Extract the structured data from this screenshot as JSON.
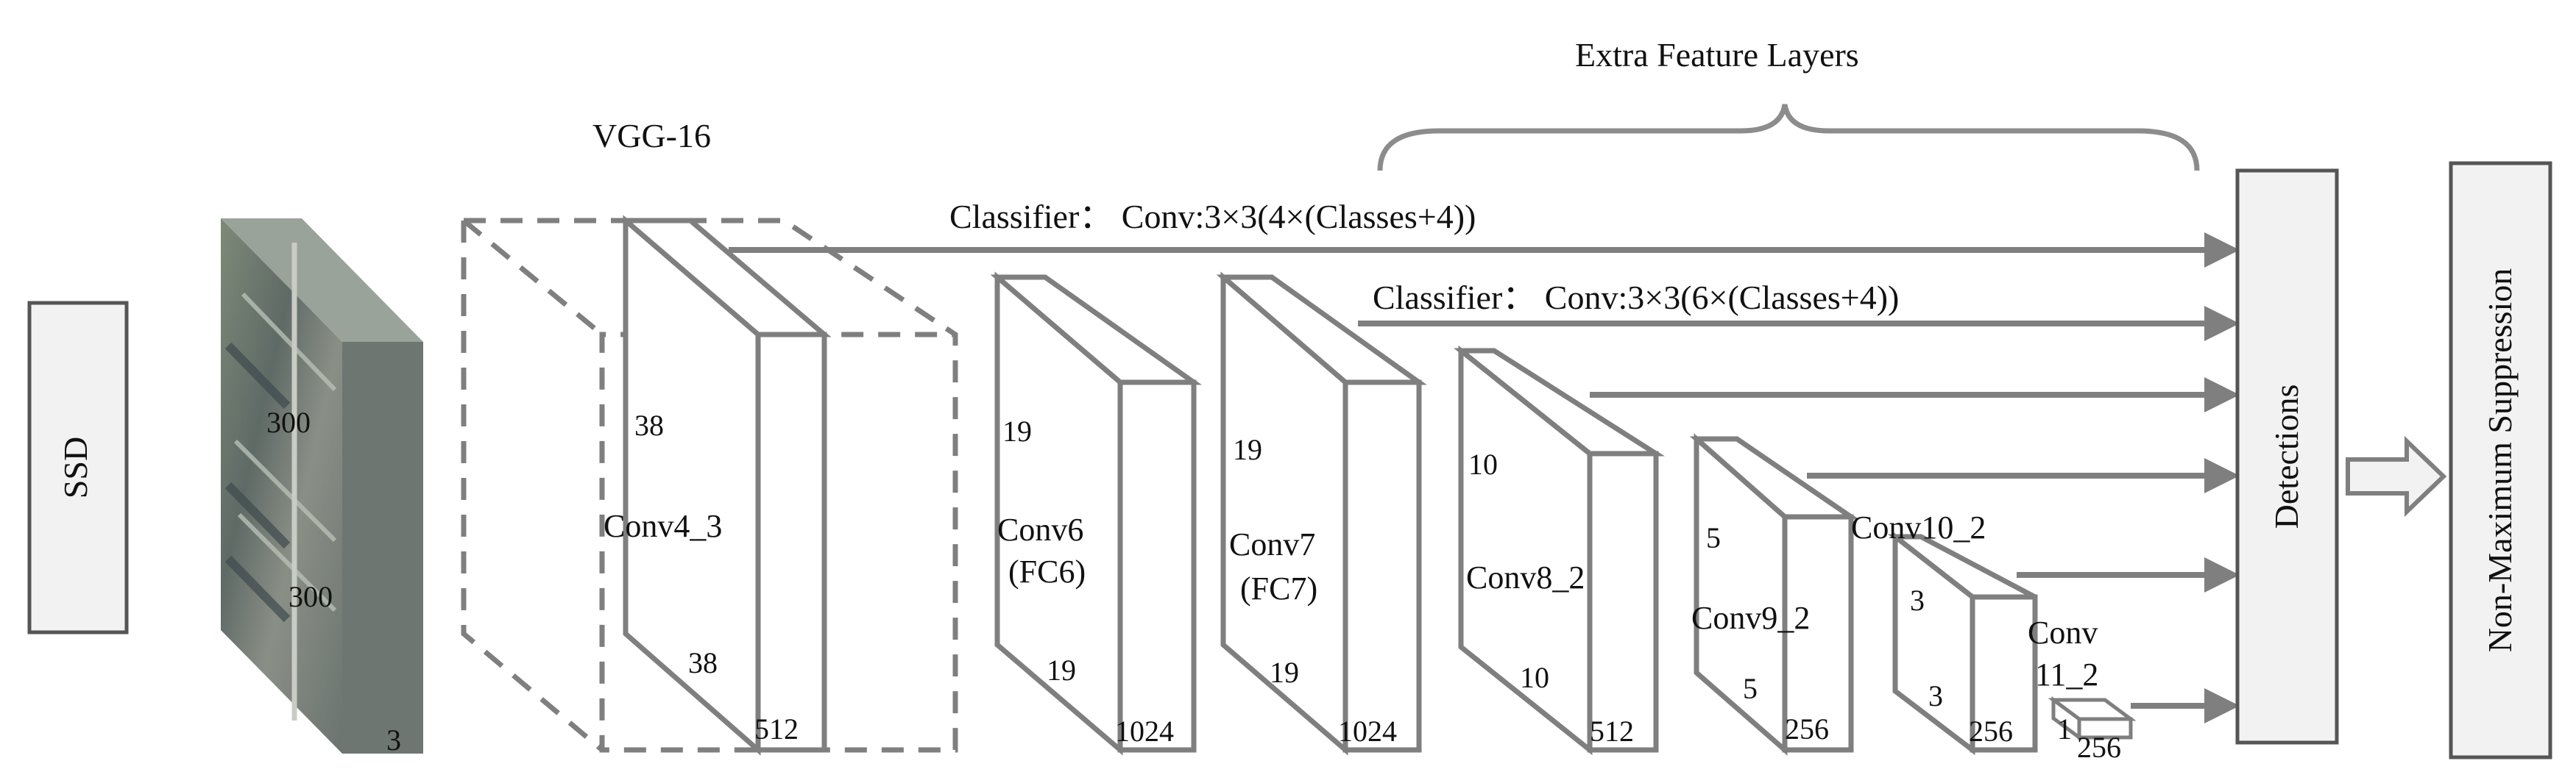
{
  "model": {
    "label": "SSD"
  },
  "input_image": {
    "height": "300",
    "width": "300",
    "channels": "3"
  },
  "backbone": {
    "label": "VGG-16"
  },
  "extra_group": {
    "label": "Extra Feature Layers"
  },
  "classifiers": [
    {
      "text": "Classifier： Conv:3×3(4×(Classes+4))"
    },
    {
      "text": "Classifier： Conv:3×3(6×(Classes+4))"
    }
  ],
  "layers": [
    {
      "name": "Conv4_3",
      "h": "38",
      "w": "38",
      "c": "512"
    },
    {
      "name_line1": "Conv6",
      "name_line2": "(FC6)",
      "h": "19",
      "w": "19",
      "c": "1024"
    },
    {
      "name_line1": "Conv7",
      "name_line2": "(FC7)",
      "h": "19",
      "w": "19",
      "c": "1024"
    },
    {
      "name": "Conv8_2",
      "h": "10",
      "w": "10",
      "c": "512"
    },
    {
      "name": "Conv9_2",
      "h": "5",
      "w": "5",
      "c": "256"
    },
    {
      "name": "Conv10_2",
      "h": "3",
      "w": "3",
      "c": "256"
    },
    {
      "name_line1": "Conv",
      "name_line2": "11_2",
      "h": "1",
      "c": "256"
    }
  ],
  "detections": {
    "label": "Detections"
  },
  "nms": {
    "label": "Non-Maximum Suppression"
  }
}
